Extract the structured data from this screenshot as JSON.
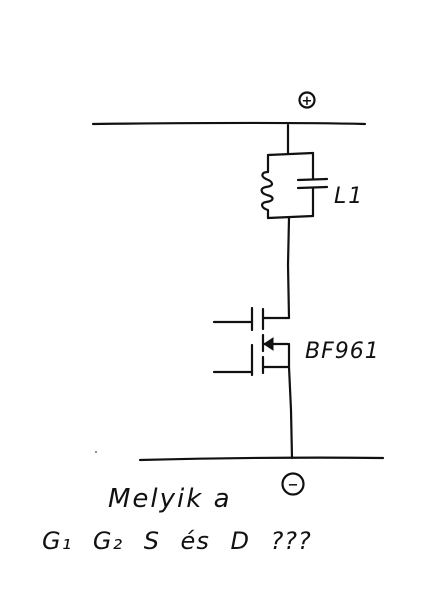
{
  "diagram": {
    "supply": {
      "positive_symbol": "+",
      "negative_symbol": "−"
    },
    "inductor_label": "L1",
    "transistor_label": "BF961",
    "question": {
      "line1": "Melyik a",
      "line2": "G₁ G₂ S és D ???"
    }
  },
  "colors": {
    "ink": "#111111",
    "paper": "#ffffff"
  }
}
